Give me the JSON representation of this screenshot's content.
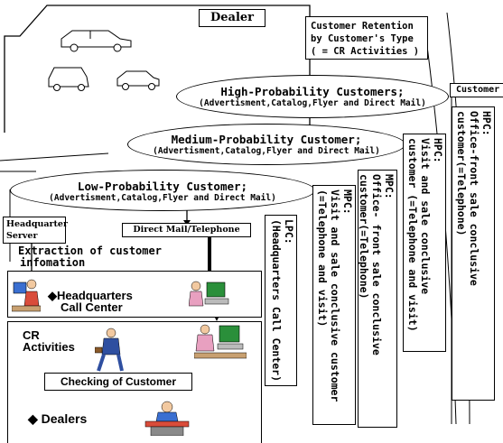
{
  "dealer": {
    "label": "Dealer"
  },
  "cr_box": {
    "line1": "Customer Retention",
    "line2": "by Customer's Type",
    "line3": "( = CR Activities )"
  },
  "tag_customer": "Customer",
  "ellipse_high": {
    "title": "High-Probability Customers;",
    "sub": "(Advertisment,Catalog,Flyer and Direct Mail)"
  },
  "ellipse_medium": {
    "title": "Medium-Probability Customer;",
    "sub": "(Advertisment,Catalog,Flyer and Direct Mail)"
  },
  "ellipse_low": {
    "title": "Low-Probability Customer;",
    "sub": "(Advertisment,Catalog,Flyer and Direct Mail)"
  },
  "hq_server": {
    "line1": "Headquarter",
    "line2": "Server"
  },
  "direct_mail": "Direct Mail/Telephone",
  "extraction": {
    "line1": "Extraction of customer",
    "line2": "infomation"
  },
  "hq_call_center": {
    "line1": "◆Headquarters",
    "line2": "Call Center"
  },
  "cr_activities": {
    "line1": "CR",
    "line2": "Activities"
  },
  "checking": "Checking of Customer",
  "dealers": "◆ Dealers",
  "columns": {
    "lpc": {
      "title": "LPC:",
      "body": "(Headquarters Call Center)"
    },
    "mpc1": {
      "title": "MPC:",
      "body": "Visit and sale conclusive customer (=Telephone and visit)"
    },
    "mpc2": {
      "title": "MPC:",
      "body": "Office- front sale conclusive customer(=Telephone)"
    },
    "hpc1": {
      "title": "HPC:",
      "body": "Visit and sale conclusive customer (=Telephone and visit)"
    },
    "hpc2": {
      "title": "HPC:",
      "body": "Office-front sale conclusive customer(=Telephone)"
    }
  }
}
